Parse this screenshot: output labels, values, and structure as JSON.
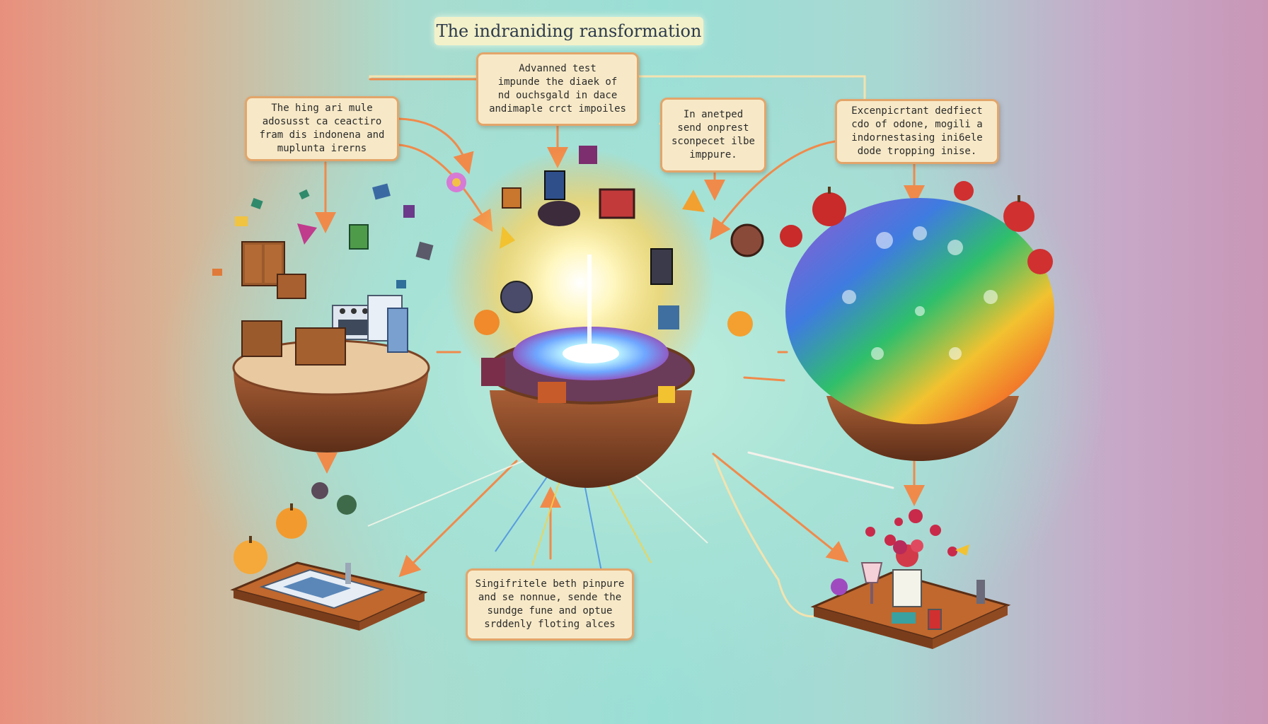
{
  "title": "The indraniding ransformation",
  "notes": [
    {
      "id": "note-1",
      "text": "The hing ari mule\nadosusst ca ceactiro\nfram dis indonena and\nmuplunta irerns"
    },
    {
      "id": "note-2",
      "text": "Advanned test\nimpunde the diaek of\nnd ouchsgald in dace\nandimaple crct impoiles"
    },
    {
      "id": "note-3",
      "text": "In anetped\nsend onprest\nsconpecet ilbe\nimppure."
    },
    {
      "id": "note-4",
      "text": "Excenpicrtant dedfiect\ncdo of odone, mogili a\nindornestasing ini6ele\ndode tropping inise."
    },
    {
      "id": "note-5",
      "text": "Singifritele beth pinpure\nand se nonnue, sende the\nsundge fune and optue\nsrddenly floting alces"
    }
  ],
  "colors": {
    "arrow": "#f08a4b",
    "note_border": "#e3a56a",
    "note_fill": "#f7e9c7",
    "bowl_wood": "#8a4b2a",
    "table_wood": "#c0682e"
  },
  "icons": [
    "apple-icon",
    "stove-icon",
    "cabinet-icon",
    "sink-icon",
    "flower-icon",
    "wine-glass-icon",
    "rainbow-sphere-icon",
    "vortex-icon"
  ]
}
